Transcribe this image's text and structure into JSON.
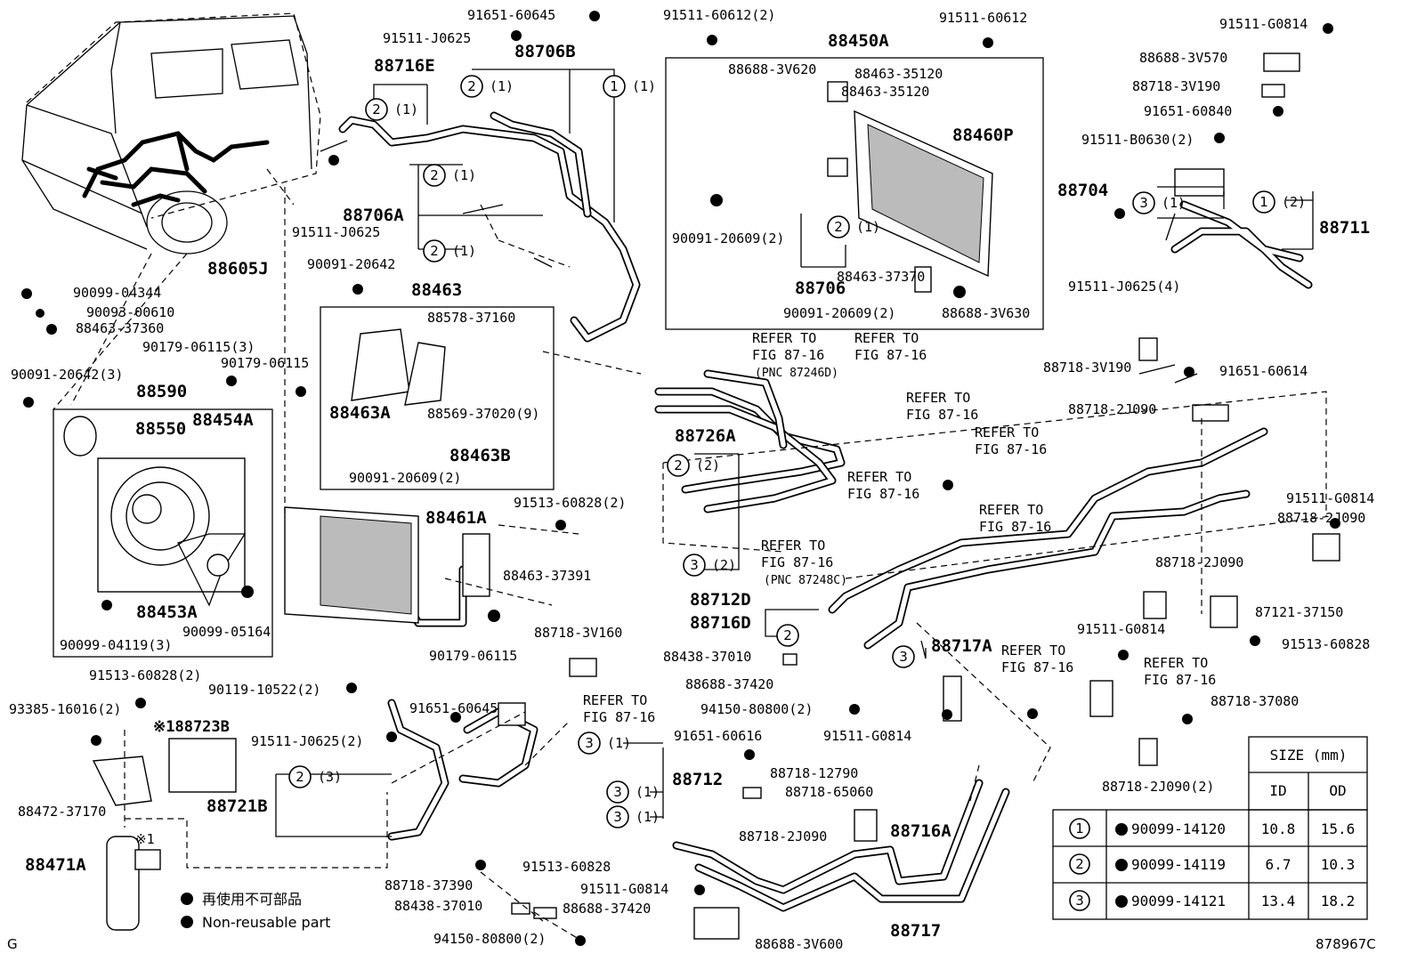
{
  "diagram_id": "878967C",
  "corner_letter": "G",
  "legend": {
    "jp": "再使用不可部品",
    "en": "Non-reusable part"
  },
  "assembly_labels": [
    "88716E",
    "88706B",
    "88450A",
    "88460P",
    "88704",
    "88711",
    "88706A",
    "88605J",
    "88463",
    "88590",
    "88550",
    "88454A",
    "88463A",
    "88463B",
    "88706",
    "88726A",
    "88461A",
    "88453A",
    "88712D",
    "88716D",
    "88717A",
    "88712",
    "88721B",
    "88716A",
    "88717",
    "88471A"
  ],
  "part_labels": {
    "p1": "91651-60645",
    "p2": "91511-J0625",
    "p3": "91511-60612(2)",
    "p4": "91511-60612",
    "p5": "91511-G0814",
    "p6": "88688-3V570",
    "p7": "88718-3V190",
    "p8": "91651-60840",
    "p9": "91511-B0630(2)",
    "p10": "88688-3V620",
    "p11": "88463-35120",
    "p12": "88463-35120",
    "p13": "91511-J0625",
    "p14": "90091-20609(2)",
    "p15": "91511-J0625(4)",
    "p16": "90091-20642",
    "p17": "88463-37370",
    "p18": "90091-20609(2)",
    "p19": "88688-3V630",
    "p20": "90099-04344",
    "p21": "90093-00610",
    "p22": "88463-37360",
    "p23": "88578-37160",
    "p24": "90179-06115(3)",
    "p25": "90179-06115",
    "p26": "90091-20642(3)",
    "p27": "88569-37020(9)",
    "p28": "88718-3V190",
    "p29": "91651-60614",
    "p30": "88718-2J090",
    "p31": "90091-20609(2)",
    "p32": "91513-60828(2)",
    "p33": "91511-G0814",
    "p34": "88718-2J090",
    "p35": "88463-37391",
    "p36": "88718-2J090",
    "p37": "87121-37150",
    "p38": "90099-04119(3)",
    "p39": "90099-05164",
    "p40": "90179-06115",
    "p41": "88718-3V160",
    "p42": "91511-G0814",
    "p43": "91513-60828",
    "p44": "91513-60828(2)",
    "p45": "88438-37010",
    "p46": "90119-10522(2)",
    "p47": "88688-37420",
    "p48": "88718-37080",
    "p49": "93385-16016(2)",
    "p50": "91651-60645",
    "p51": "94150-80800(2)",
    "p52": "91511-G0814",
    "p53": "91511-J0625(2)",
    "p54": "91651-60616",
    "p55": "88718-12790",
    "p56": "88718-65060",
    "p57": "88718-2J090(2)",
    "p58": "88472-37170",
    "p59": "88718-2J090",
    "p60": "91513-60828",
    "p61": "88718-37390",
    "p62": "91511-G0814",
    "p63": "88438-37010",
    "p64": "88688-37420",
    "p65": "94150-80800(2)",
    "p66": "88688-3V600",
    "p67": "※188723B",
    "p68": "※1"
  },
  "refer": {
    "r1a": "REFER TO",
    "r1b": "FIG 87-16",
    "r1c": "(PNC 87246D)",
    "r2a": "REFER TO",
    "r2b": "FIG 87-16",
    "r3a": "REFER TO",
    "r3b": "FIG 87-16",
    "r4a": "REFER TO",
    "r4b": "FIG 87-16",
    "r5a": "REFER TO",
    "r5b": "FIG 87-16",
    "r6a": "REFER TO",
    "r6b": "FIG 87-16",
    "r7a": "REFER TO",
    "r7b": "FIG 87-16",
    "r7c": "(PNC 87248C)",
    "r8a": "REFER TO",
    "r8b": "FIG 87-16",
    "r9a": "REFER TO",
    "r9b": "FIG 87-16",
    "r10a": "REFER TO",
    "r10b": "FIG 87-16"
  },
  "callout_suffix": {
    "one": "(1)",
    "two": "(2)",
    "three": "(3)"
  },
  "size_table": {
    "title": "SIZE (mm)",
    "col_id": "ID",
    "col_od": "OD",
    "rows": [
      {
        "key": "1",
        "part": "90099-14120",
        "id": "10.8",
        "od": "15.6"
      },
      {
        "key": "2",
        "part": "90099-14119",
        "id": "6.7",
        "od": "10.3"
      },
      {
        "key": "3",
        "part": "90099-14121",
        "id": "13.4",
        "od": "18.2"
      }
    ]
  }
}
